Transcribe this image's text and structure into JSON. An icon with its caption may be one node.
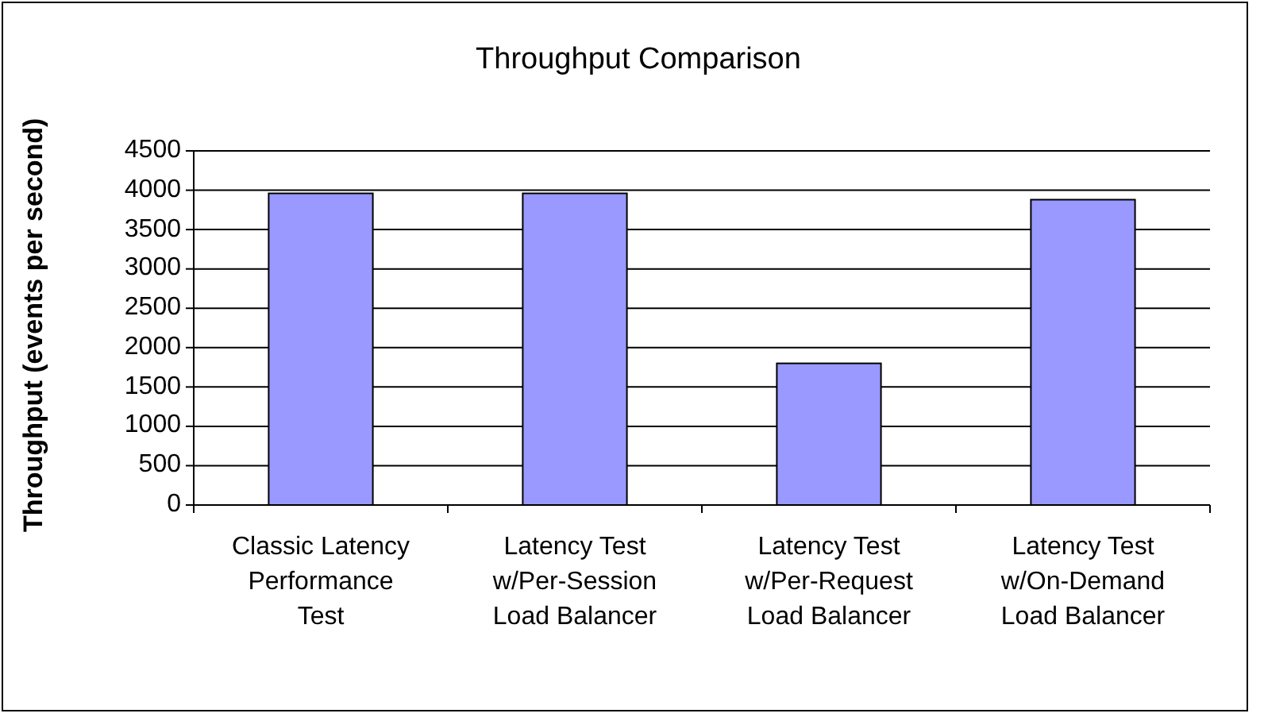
{
  "diagram": {
    "chart_data": {
      "type": "bar",
      "title": "Throughput Comparison",
      "ylabel": "Throughput (events per second)",
      "categories": [
        "Classic Latency Performance Test",
        "Latency Test w/Per-Session Load Balancer",
        "Latency Test w/Per-Request Load Balancer",
        "Latency Test w/On-Demand Load Balancer"
      ],
      "series": [
        {
          "color": "#9999ff",
          "values": [
            3960,
            3960,
            1800,
            3880
          ]
        }
      ],
      "grid": true,
      "ylim": [
        0,
        4500
      ],
      "yticks": [
        0,
        500,
        1000,
        1500,
        2000,
        2500,
        3000,
        3500,
        4000,
        4500
      ]
    }
  }
}
